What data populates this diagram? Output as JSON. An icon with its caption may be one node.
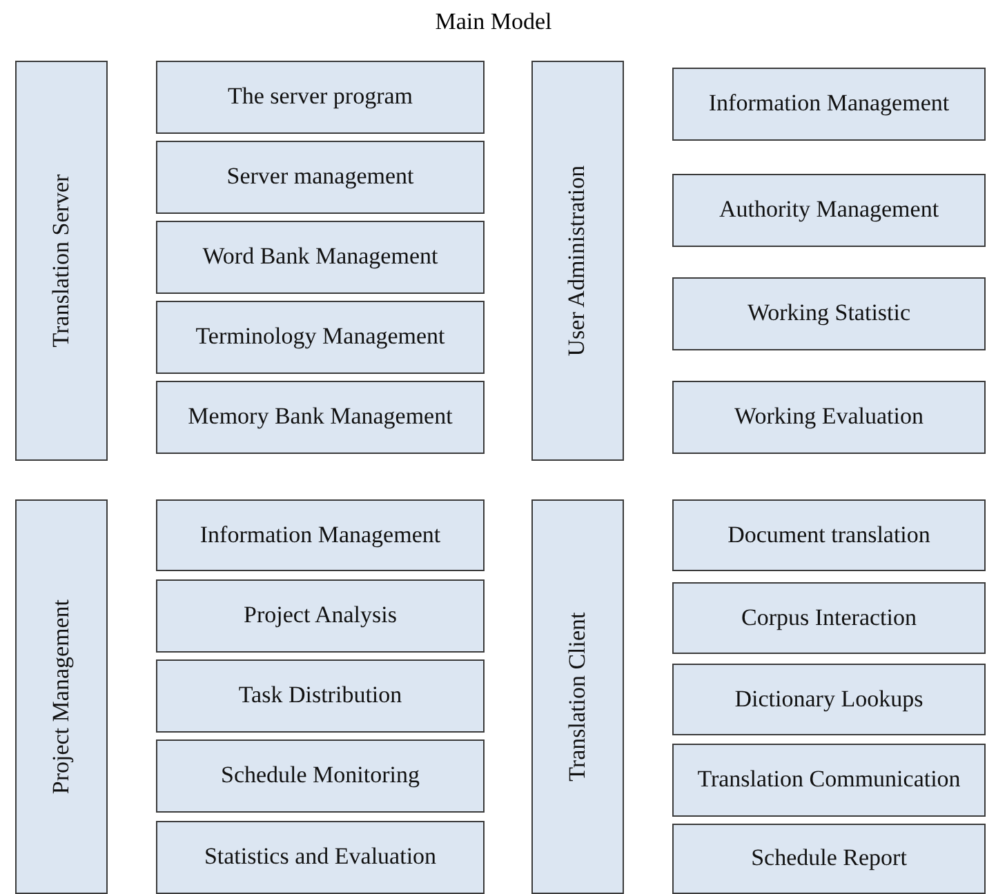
{
  "diagram": {
    "title": "Main Model",
    "nodes": [
      {
        "text": [
          "Translation Server"
        ]
      },
      {
        "text": [
          "The server program"
        ]
      },
      {
        "text": [
          "Server management"
        ]
      },
      {
        "text": [
          "Word Bank Management"
        ]
      },
      {
        "text": [
          "Terminology Management"
        ]
      },
      {
        "text": [
          "Memory Bank Management"
        ]
      },
      {
        "text": [
          "User Administration"
        ]
      },
      {
        "text": [
          "Information Management"
        ]
      },
      {
        "text": [
          "Authority Management"
        ]
      },
      {
        "text": [
          "Working Statistic"
        ]
      },
      {
        "text": [
          "Working Evaluation"
        ]
      },
      {
        "text": [
          "Project Management"
        ]
      },
      {
        "text": [
          "Information Management"
        ]
      },
      {
        "text": [
          "Project Analysis"
        ]
      },
      {
        "text": [
          "Task Distribution"
        ]
      },
      {
        "text": [
          "Schedule Monitoring"
        ]
      },
      {
        "text": [
          "Statistics and Evaluation"
        ]
      },
      {
        "text": [
          "Translation Client"
        ]
      },
      {
        "text": [
          "Document translation"
        ]
      },
      {
        "text": [
          "Corpus Interaction"
        ]
      },
      {
        "text": [
          "Dictionary Lookups"
        ]
      },
      {
        "text": [
          "Translation Communication"
        ]
      },
      {
        "text": [
          "Schedule Report"
        ]
      }
    ]
  }
}
